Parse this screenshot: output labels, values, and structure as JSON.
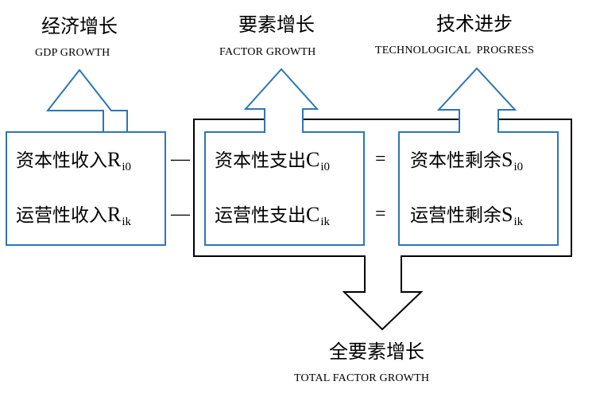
{
  "headers": {
    "gdp": {
      "zh": "经济增长",
      "en": "GDP GROWTH"
    },
    "factor": {
      "zh": "要素增长",
      "en": "FACTOR GROWTH"
    },
    "tech": {
      "zh": "技术进步",
      "en": "TECHNOLOGICAL  PROGRESS"
    }
  },
  "revenue": {
    "capital": {
      "label": "资本性收入",
      "symbol": "R",
      "subscript": "i0"
    },
    "operating": {
      "label": "运营性收入",
      "symbol": "R",
      "subscript": "ik"
    }
  },
  "expenditure": {
    "capital": {
      "label": "资本性支出",
      "symbol": "C",
      "subscript": "i0"
    },
    "operating": {
      "label": "运营性支出",
      "symbol": "C",
      "subscript": "ik"
    }
  },
  "surplus": {
    "capital": {
      "label": "资本性剩余",
      "symbol": "S",
      "subscript": "i0"
    },
    "operating": {
      "label": "运营性剩余",
      "symbol": "S",
      "subscript": "ik"
    }
  },
  "operators": {
    "minus": "—",
    "equals": "="
  },
  "footer": {
    "zh": "全要素增长",
    "en": "TOTAL FACTOR GROWTH"
  },
  "colors": {
    "blue": "#2e75b6",
    "black": "#000000"
  }
}
